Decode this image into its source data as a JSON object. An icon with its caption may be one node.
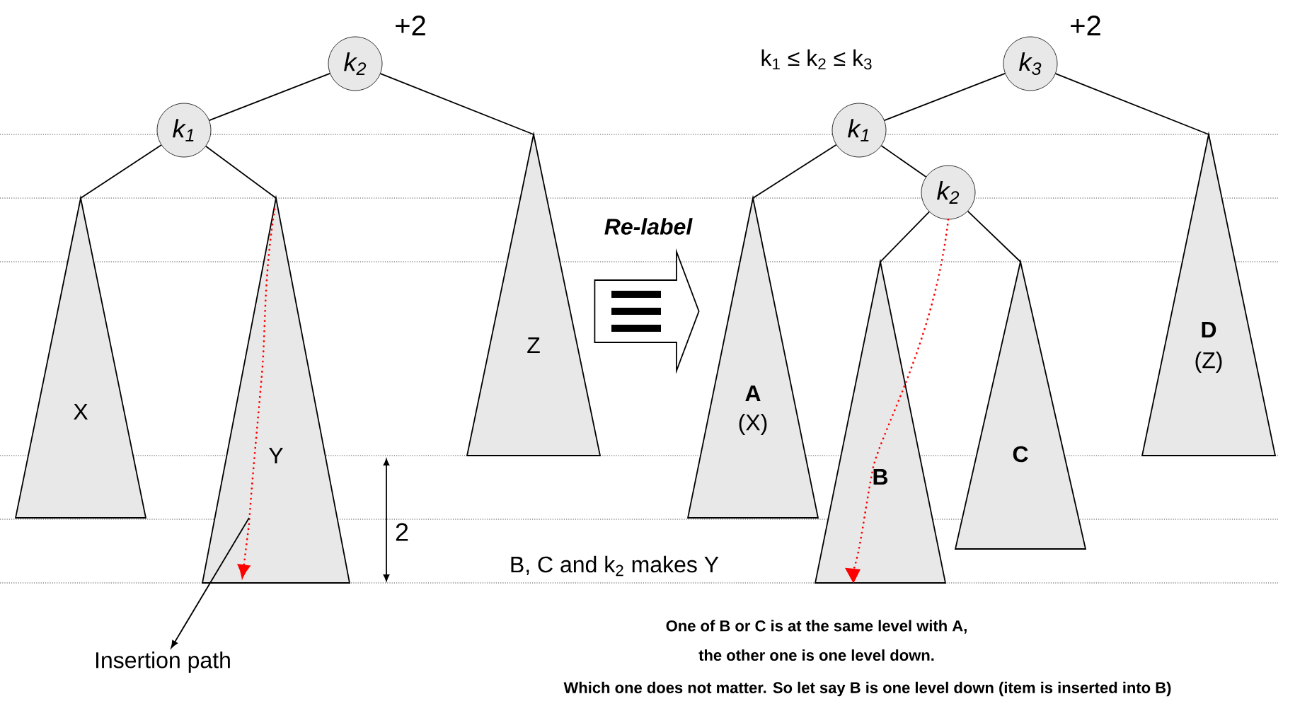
{
  "diagram": {
    "nodes": [
      {
        "text": [
          "k$_{2}$"
        ],
        "beside": [
          "+2"
        ]
      },
      {
        "text": [
          "k$_{1}$"
        ]
      },
      {
        "text": [
          "X"
        ]
      },
      {
        "text": [
          "Y"
        ]
      },
      {
        "text": [
          "Z"
        ]
      },
      {
        "text": [
          "k$_{3}$"
        ],
        "beside": [
          "+2"
        ]
      },
      {
        "text": [
          "k$_{1}$"
        ]
      },
      {
        "text": [
          "k$_{2}$"
        ]
      },
      {
        "text": [
          "A",
          "(X)"
        ]
      },
      {
        "text": [
          "B"
        ]
      },
      {
        "text": [
          "C"
        ]
      },
      {
        "text": [
          "D",
          "(Z)"
        ]
      },
      {
        "text": [
          "Insertion path"
        ]
      }
    ],
    "edges": [
      {
        "from": 0,
        "to": 1,
        "arrow": "none"
      },
      {
        "from": 0,
        "to": 4,
        "arrow": "none"
      },
      {
        "from": 1,
        "to": 2,
        "arrow": "none"
      },
      {
        "from": 1,
        "to": 3,
        "arrow": "none"
      },
      {
        "from": 5,
        "to": 6,
        "arrow": "none"
      },
      {
        "from": 5,
        "to": 11,
        "arrow": "none"
      },
      {
        "from": 6,
        "to": 8,
        "arrow": "none"
      },
      {
        "from": 6,
        "to": 7,
        "arrow": "none"
      },
      {
        "from": 7,
        "to": 9,
        "arrow": "none"
      },
      {
        "from": 7,
        "to": 10,
        "arrow": "none"
      },
      {
        "from": 3,
        "to": 12,
        "arrow": "to"
      },
      {
        "from": 7,
        "to": 9,
        "arrow": "to",
        "style": "dashed",
        "color": "#ff0000"
      },
      {
        "from": 4,
        "to": 8,
        "arrow": "to",
        "label": "Re-label"
      }
    ],
    "labels": [
      "k$_{1}$ ≤ k$_{2}$ ≤ k$_{3}$",
      "2",
      "B, C and k$_{2}$ makes Y",
      "One of B or C is at the same level with A,",
      "the other one is one level down.",
      "Which one does not matter. So let say B is one level down (item is inserted into B)"
    ]
  }
}
